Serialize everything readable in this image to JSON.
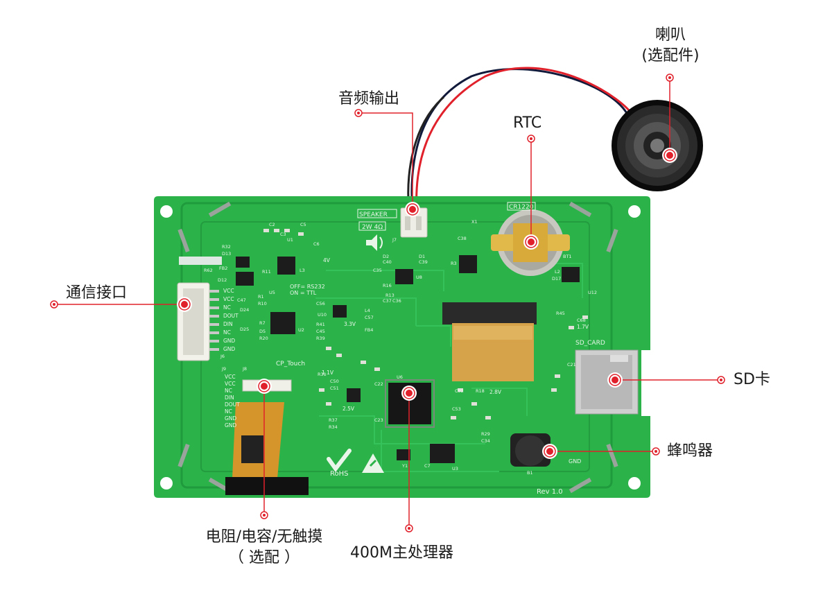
{
  "callouts": {
    "speaker": {
      "line1": "喇叭",
      "line2": "(选配件)"
    },
    "audio_out": "音频输出",
    "rtc": "RTC",
    "comm_port": "通信接口",
    "sd_card": "SD卡",
    "buzzer": "蜂鸣器",
    "touch": {
      "line1": "电阻/电容/无触摸",
      "line2": "（ 选配 ）"
    },
    "cpu": "400M主处理器"
  },
  "silkscreen": {
    "speaker_conn": "SPEAKER",
    "speaker_spec": "2W 4Ω",
    "battery": "CR1220",
    "sd_label": "SD_CARD",
    "touch_label": "CP_Touch",
    "mode_select_1": "OFF= RS232",
    "mode_select_2": "ON = TTL",
    "rohs": "RoHS",
    "revision": "Rev 1.0",
    "gnd": "GND",
    "pins": [
      "VCC",
      "VCC",
      "NC",
      "DOUT",
      "DIN",
      "NC",
      "GND",
      "GND"
    ],
    "touch_pins": [
      "VCC",
      "VCC",
      "NC",
      "DIN",
      "DOUT",
      "NC",
      "GND",
      "GND"
    ],
    "designators": [
      "C2",
      "C3",
      "C5",
      "C6",
      "R32",
      "D13",
      "FB2",
      "D12",
      "C47",
      "D24",
      "D25",
      "R62",
      "U1",
      "R11",
      "L3",
      "U5",
      "R1",
      "R10",
      "U2",
      "R7",
      "D5",
      "R20",
      "C56",
      "U10",
      "R41",
      "C45",
      "R39",
      "L4",
      "C57",
      "FB4",
      "J7",
      "D2",
      "D1",
      "C40",
      "C39",
      "C35",
      "U8",
      "R16",
      "R13",
      "C37",
      "C36",
      "R3",
      "C38",
      "X1",
      "D17",
      "BT1",
      "L2",
      "U12",
      "R45",
      "C68",
      "U6",
      "Y1",
      "C7",
      "U3",
      "B1",
      "J8",
      "J9",
      "J6",
      "C21",
      "R18",
      "C52",
      "R31",
      "R34",
      "R37",
      "C50",
      "C51",
      "C53",
      "C23",
      "C22",
      "R29",
      "C34"
    ],
    "voltages": [
      "4V",
      "3.3V",
      "1.1V",
      "2.5V",
      "2.8V",
      "1.7V"
    ]
  },
  "colors": {
    "pcb": "#2bb34a",
    "pcb_dark": "#1f9a3c",
    "accent_red": "#e0202a",
    "fpc": "#d6a24a"
  }
}
